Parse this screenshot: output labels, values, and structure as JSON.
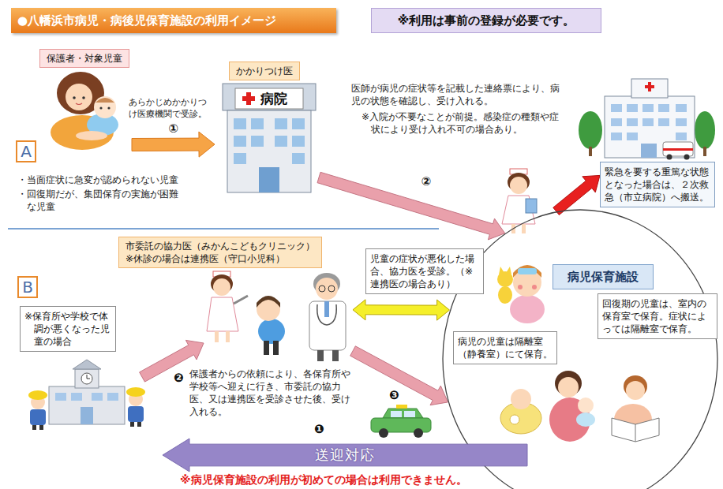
{
  "diagram": {
    "title": "●八幡浜市病児・病後児保育施設の利用イメージ",
    "nodes": [
      {
        "text": [
          "※利用は事前の登録が必要です。"
        ]
      },
      {
        "text": [
          "保護者・対象児童"
        ]
      },
      {
        "text": [
          "A"
        ]
      },
      {
        "text": [
          "かかりつけ医",
          "病院"
        ]
      },
      {
        "text": [
          "緊急を要する重篤な状態となった場合は、２次救急（市立病院）へ搬送。"
        ]
      },
      {
        "text": [
          "市委託の協力医（みかんこどもクリニック）",
          "※休診の場合は連携医（守口小児科）"
        ]
      },
      {
        "text": [
          "B"
        ]
      },
      {
        "text": [
          "※保育所や学校で体調が悪くなった児童の場合"
        ]
      },
      {
        "text": [
          "児童の症状が悪化した場合、協力医を受診。（※連携医の場合あり）"
        ]
      },
      {
        "text": [
          "病児保育施設"
        ]
      },
      {
        "text": [
          "病児の児童は隔離室（静養室）にて保育。"
        ],
        "in": 9
      },
      {
        "text": [
          "回復期の児童は、室内の保育室で保育。症状によっては隔離室で保育。"
        ]
      },
      {
        "text": [
          "送迎対応"
        ]
      }
    ],
    "edges": [
      {
        "from": 1,
        "to": 3,
        "label": "①",
        "arrow": "to"
      },
      {
        "from": 3,
        "to": 9,
        "label": "②",
        "arrow": "to"
      },
      {
        "from": 9,
        "to": 4,
        "arrow": "to"
      },
      {
        "from": 5,
        "to": 9,
        "arrow": "both"
      },
      {
        "from": 5,
        "to": 9,
        "label": "❸",
        "arrow": "to"
      }
    ],
    "labels": [
      "あらかじめかかりつけ医療機関で受診。",
      "・当面症状に急変が認められない児童",
      "・回復期だが、集団保育の実施が困難な児童",
      "医師が病児の症状等を記載した連絡票により、病児の状態を確認し、受け入れる。",
      "※入院が不要なことが前提。感染症の種類や症状により受け入れ不可の場合あり。",
      "保護者からの依頼により、各保育所や学校等へ迎えに行き、市委託の協力医、又は連携医を受診させた後、受け入れる。",
      "❷",
      "❶",
      "※病児保育施設の利用が初めての場合は利用できません。"
    ]
  }
}
